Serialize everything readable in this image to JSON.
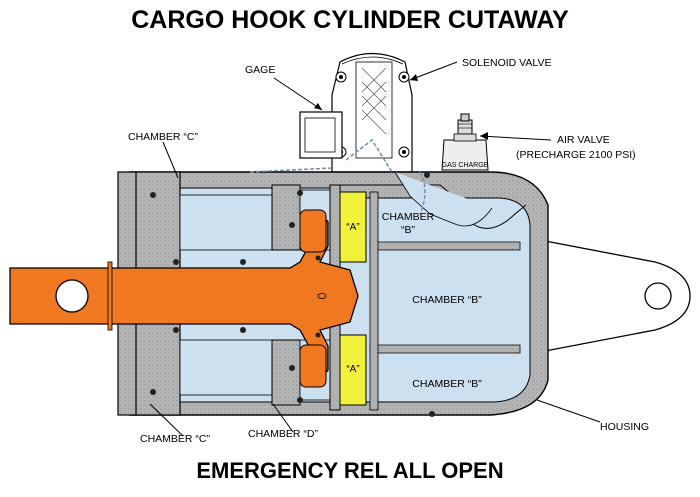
{
  "title": "CARGO HOOK CYLINDER CUTAWAY",
  "subtitle": "EMERGENCY REL ALL OPEN",
  "labels": {
    "gage": "GAGE",
    "solenoid_valve": "SOLENOID VALVE",
    "air_valve_line1": "AIR VALVE",
    "air_valve_line2": "(PRECHARGE 2100 PSI)",
    "gas_charge": "GAS CHARGE",
    "chamber_c_top": "CHAMBER “C”",
    "chamber_b_upper_line1": "CHAMBER",
    "chamber_b_upper_line2": "“B”",
    "chamber_a_upper": "“A”",
    "chamber_b_main": "CHAMBER “B”",
    "chamber_a_lower": "“A”",
    "chamber_b_lower": "CHAMBER “B”",
    "housing": "HOUSING",
    "chamber_c_bottom": "CHAMBER “C”",
    "chamber_d": "CHAMBER “D”"
  },
  "colors": {
    "fluid": "#cde0f0",
    "metal": "#b3b3b3",
    "piston_rod": "#f07820",
    "chamber_a": "#f2f23c",
    "seal": "#222222"
  }
}
